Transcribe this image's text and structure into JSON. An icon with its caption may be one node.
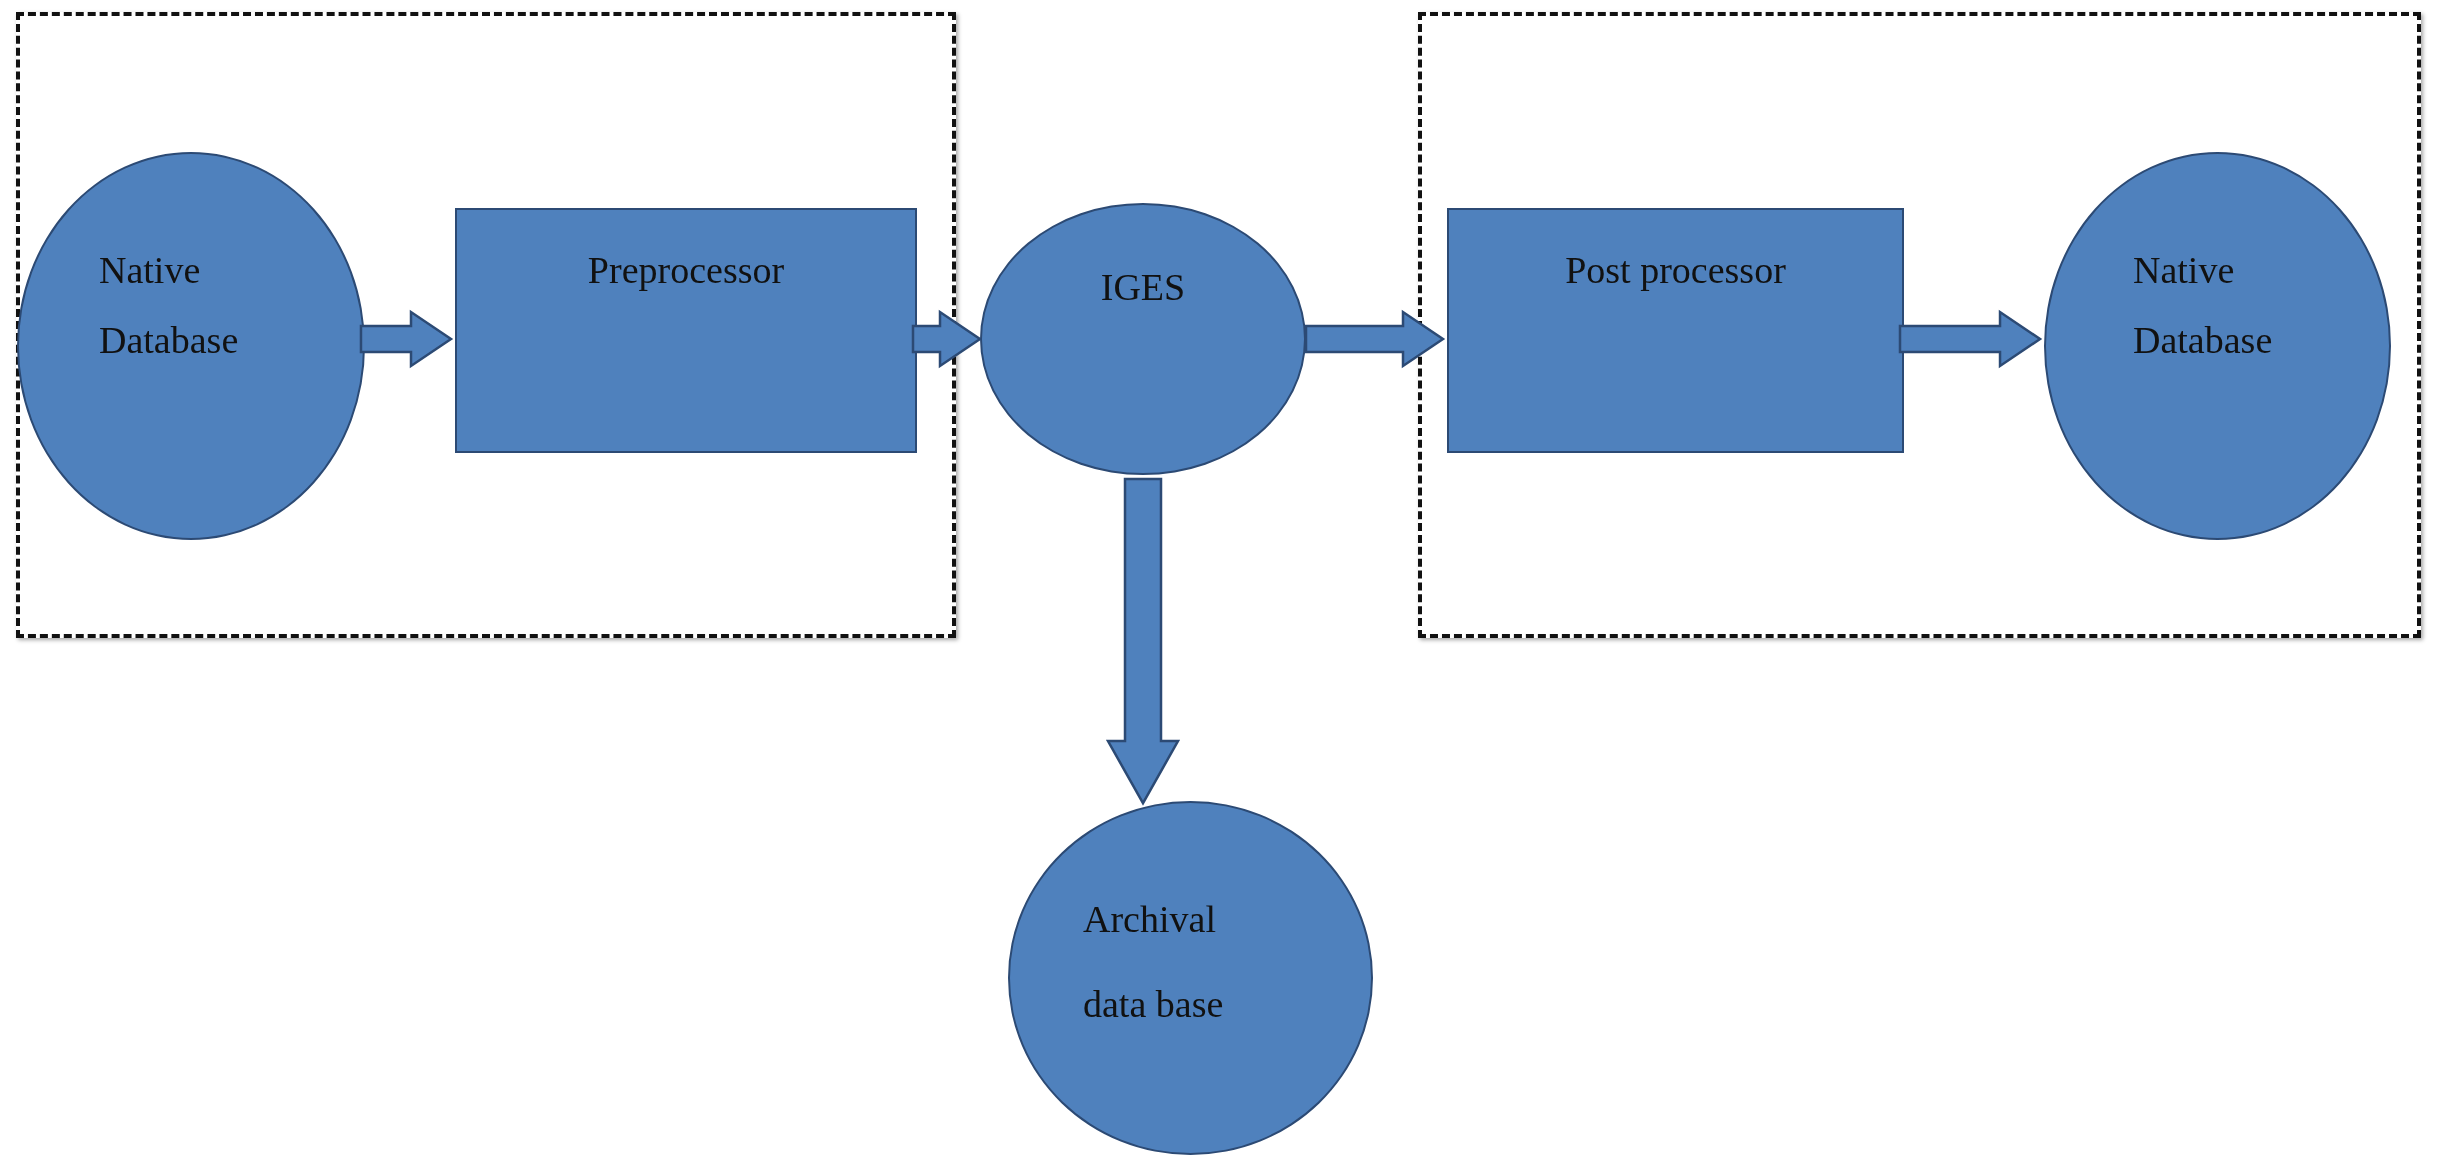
{
  "diagram": {
    "nodes": [
      {
        "text": [],
        "shape": "box"
      },
      {
        "text": [
          "Native Database"
        ],
        "in": 0
      },
      {
        "text": [
          "Preprocessor"
        ],
        "in": 0
      },
      {
        "text": [
          "IGES"
        ]
      },
      {
        "text": [],
        "shape": "box"
      },
      {
        "text": [
          "Post processor"
        ],
        "in": 4
      },
      {
        "text": [
          "Native Database"
        ],
        "in": 4
      },
      {
        "text": [
          "Archival data base"
        ]
      }
    ],
    "edges": [
      {
        "from": 1,
        "to": 2,
        "arrow": "to"
      },
      {
        "from": 2,
        "to": 3,
        "arrow": "to"
      },
      {
        "from": 3,
        "to": 5,
        "arrow": "to"
      },
      {
        "from": 5,
        "to": 6,
        "arrow": "to"
      },
      {
        "from": 3,
        "to": 7,
        "arrow": "to"
      }
    ]
  }
}
